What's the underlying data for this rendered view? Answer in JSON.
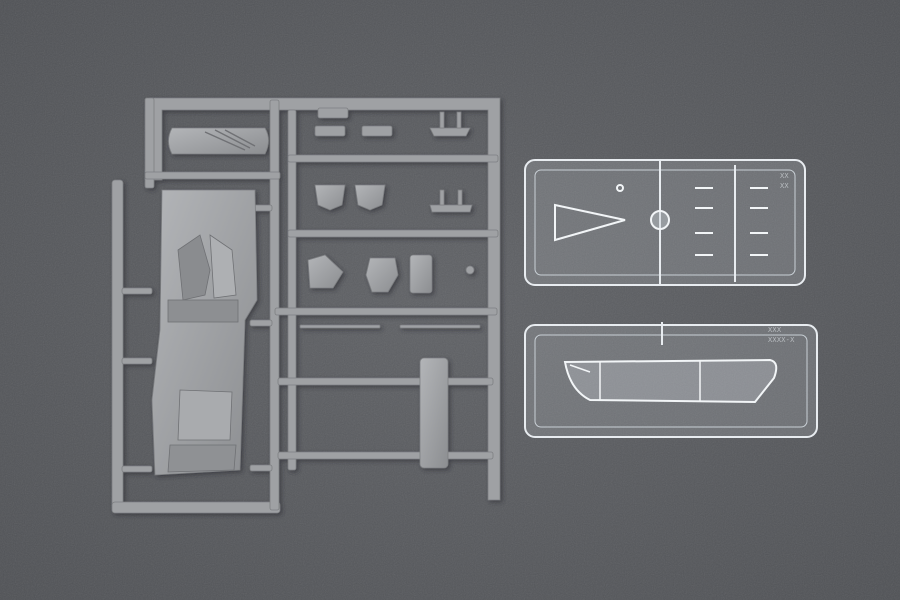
{
  "photo": {
    "background_color": "#5a5c5f",
    "grey_plastic_color": "#9a9c9f",
    "clear_plastic_color": "#e6ebef",
    "clear_sprue_top": {
      "code_line_1": "XX",
      "code_line_2": "XX"
    },
    "clear_sprue_bottom": {
      "code_line_1": "XXX",
      "code_line_2": "XXXX-X"
    }
  }
}
